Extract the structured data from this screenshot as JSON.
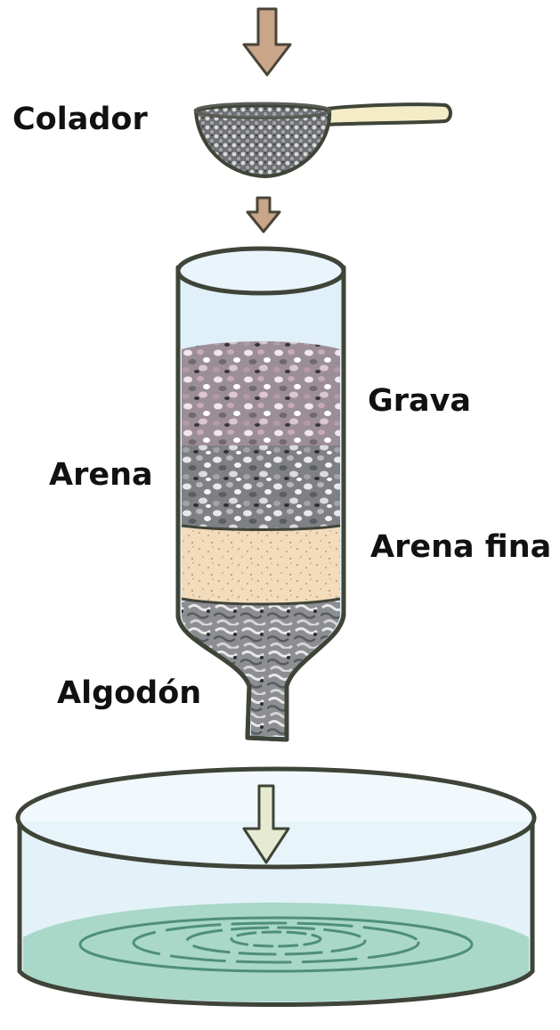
{
  "labels": {
    "colador": "Colador",
    "grava": "Grava",
    "arena": "Arena",
    "arena_fina": "Arena fina",
    "algodon": "Algodón"
  },
  "colors": {
    "arrow_brown": "#c9a58a",
    "arrow_yellow": "#e6ead0",
    "bottle_glass": "#dff0f8",
    "gravel": "#8a8a8e",
    "gravel_pink": "#c9aab8",
    "fine_sand": "#f4dfbf",
    "water": "#a9d8c8",
    "outline": "#3f4438",
    "handle": "#f4ecc6"
  },
  "icons": [
    "down-arrow-icon",
    "strainer-icon",
    "bottle-filter-icon",
    "water-basin-icon"
  ]
}
